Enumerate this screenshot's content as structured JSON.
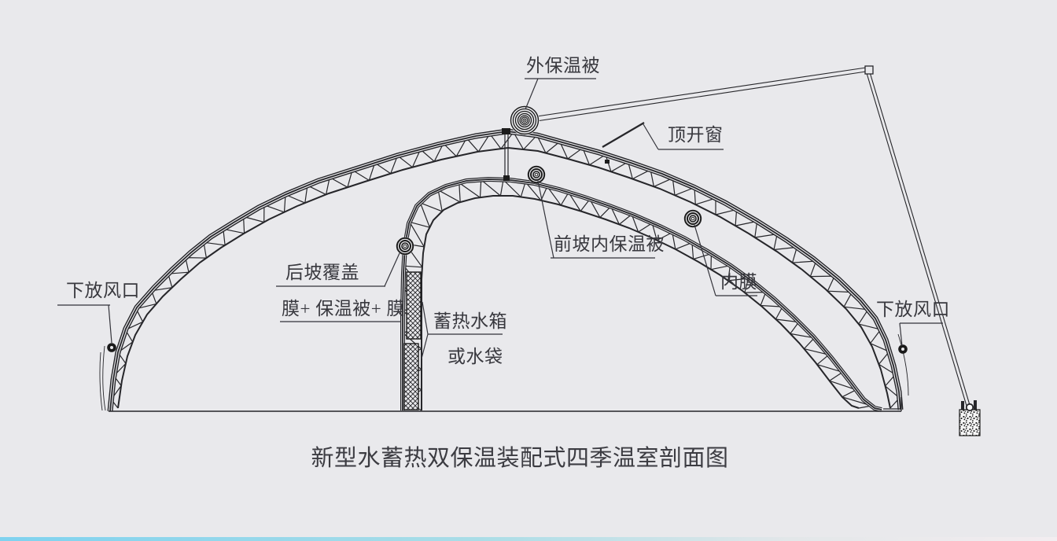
{
  "page": {
    "background_color": "#e9e9ec",
    "line_color": "#26262a",
    "text_color": "#38383e",
    "bottom_bar_colors": [
      "#7fd2ef",
      "#aadde7",
      "#e3e7e9",
      "#f3edf0"
    ]
  },
  "title": "新型水蓄热双保温装配式四季温室剖面图",
  "labels": {
    "outer_quilt": "外保温被",
    "top_window": "顶开窗",
    "left_vent": "下放风口",
    "back_slope_cover": "后坡覆盖",
    "back_slope_layers": "膜+ 保温被+ 膜",
    "water_tank": "蓄热水箱",
    "water_bag_alt": "或水袋",
    "front_slope_inner_quilt": "前坡内保温被",
    "inner_film": "内膜",
    "right_vent": "下放风口"
  }
}
